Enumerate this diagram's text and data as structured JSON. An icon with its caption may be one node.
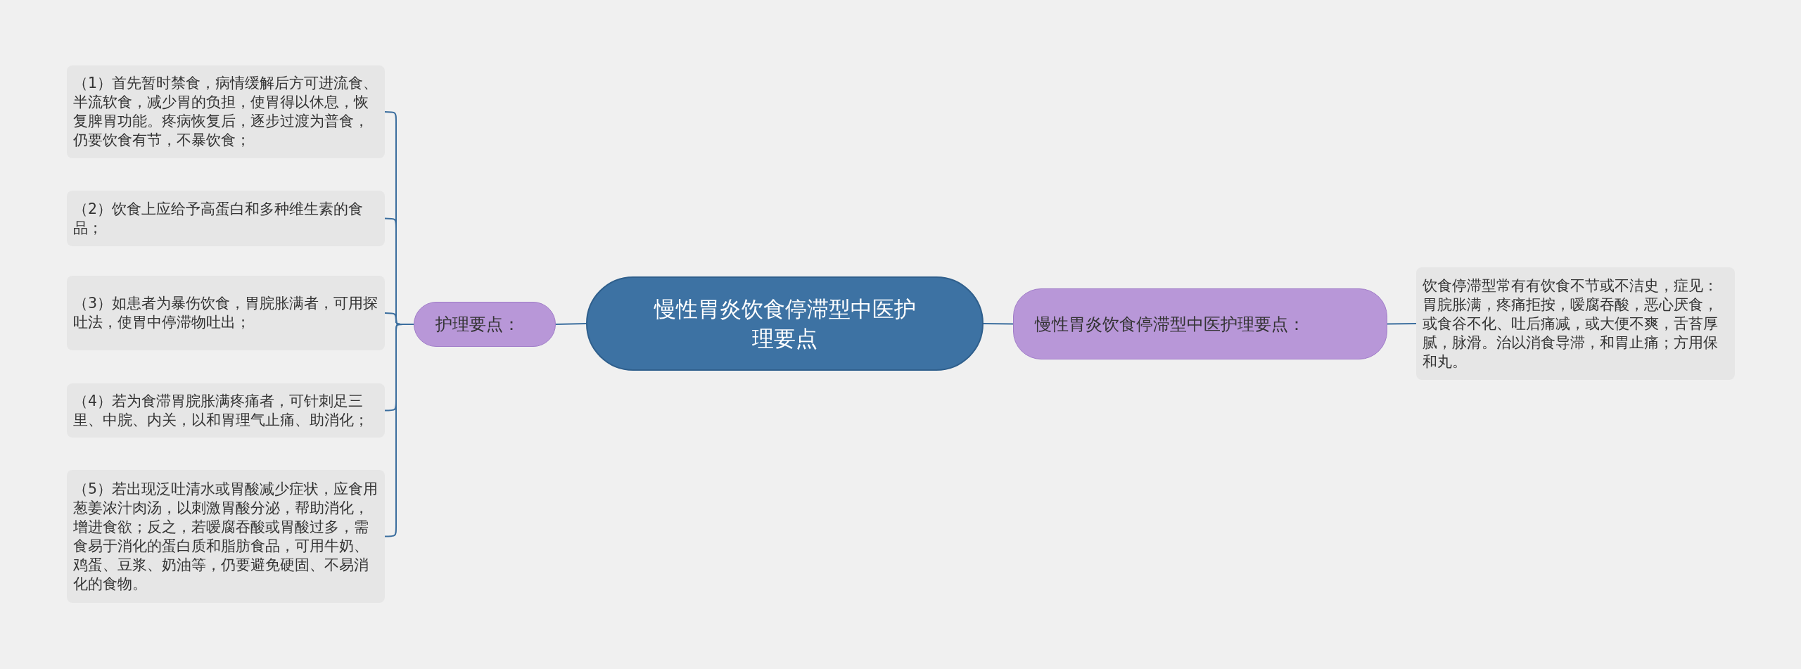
{
  "diagram": {
    "nodes": [
      {
        "text": [
          "慢性胃炎饮食停滞型中医护理要点"
        ]
      },
      {
        "text": [
          "护理要点："
        ]
      },
      {
        "text": [
          "（1）首先暂时禁食，病情缓解后方可进流食、半流软食，减少胃的负担，使胃得以休息，恢复脾胃功能。疼病恢复后，逐步过渡为普食，仍要饮食有节，不暴饮食；"
        ]
      },
      {
        "text": [
          "（2）饮食上应给予高蛋白和多种维生素的食品；"
        ]
      },
      {
        "text": [
          "（3）如患者为暴伤饮食，胃脘胀满者，可用探吐法，使胃中停滞物吐出；"
        ]
      },
      {
        "text": [
          "（4）若为食滞胃脘胀满疼痛者，可针刺足三里、中脘、内关，以和胃理气止痛、助消化；"
        ]
      },
      {
        "text": [
          "（5）若出现泛吐清水或胃酸减少症状，应食用葱姜浓汁肉汤，以刺激胃酸分泌，帮助消化，增进食欲；反之，若嗳腐吞酸或胃酸过多，需食易于消化的蛋白质和脂肪食品，可用牛奶、鸡蛋、豆浆、奶油等，仍要避免硬固、不易消化的食物。"
        ]
      },
      {
        "text": [
          "慢性胃炎饮食停滞型中医护理要点："
        ]
      },
      {
        "text": [
          "饮食停滞型常有有饮食不节或不洁史，症见：胃脘胀满，疼痛拒按，嗳腐吞酸，恶心厌食，或食谷不化、吐后痛减，或大便不爽，舌苔厚腻，脉滑。治以消食导滞，和胃止痛；方用保和丸。"
        ]
      }
    ],
    "edges": [
      {
        "from": 0,
        "to": 1,
        "arrow": "none"
      },
      {
        "from": 1,
        "to": 2,
        "arrow": "none"
      },
      {
        "from": 1,
        "to": 3,
        "arrow": "none"
      },
      {
        "from": 1,
        "to": 4,
        "arrow": "none"
      },
      {
        "from": 1,
        "to": 5,
        "arrow": "none"
      },
      {
        "from": 1,
        "to": 6,
        "arrow": "none"
      },
      {
        "from": 0,
        "to": 7,
        "arrow": "none"
      },
      {
        "from": 7,
        "to": 8,
        "arrow": "none"
      }
    ]
  }
}
